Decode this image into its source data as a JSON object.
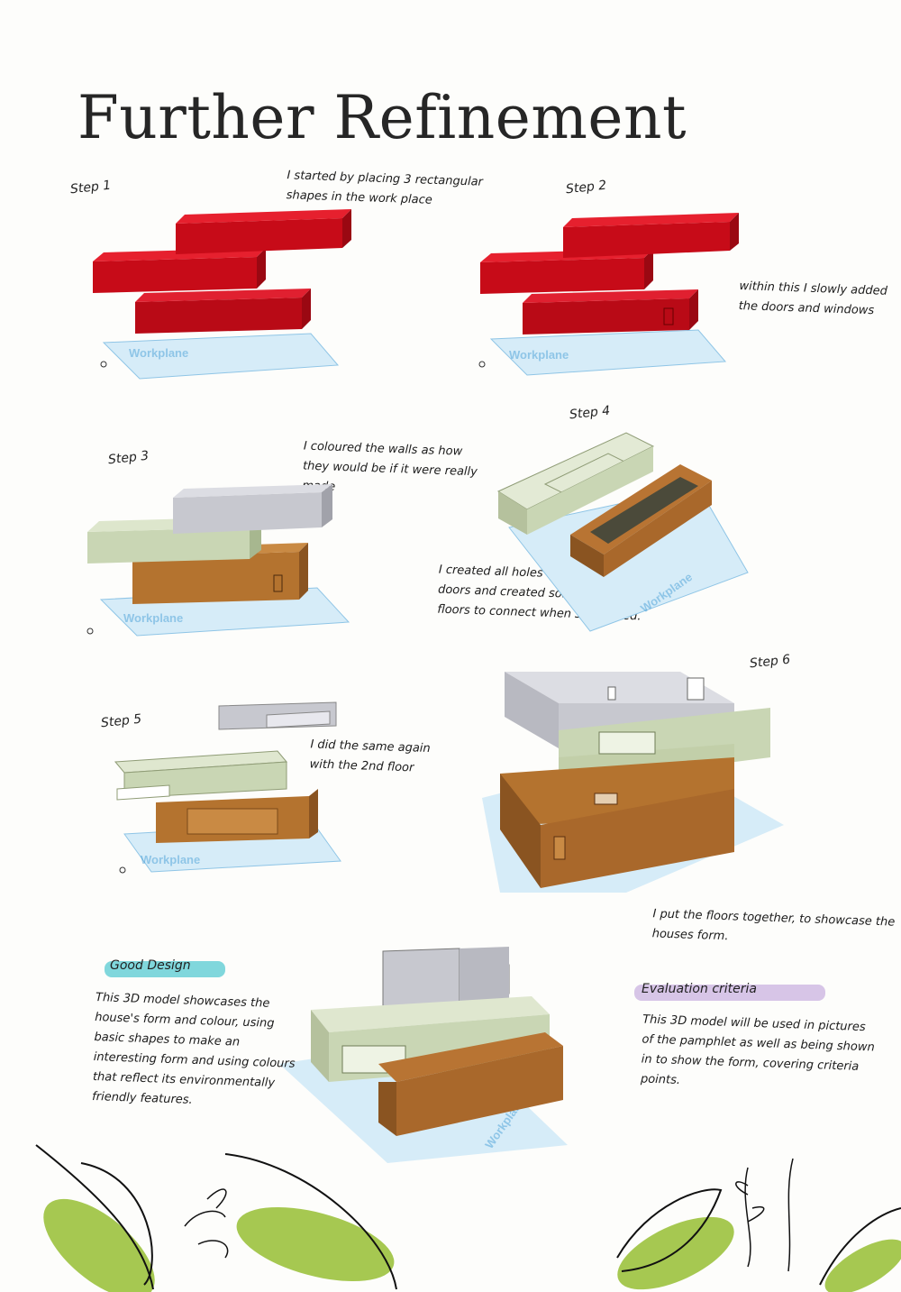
{
  "title": "Further Refinement",
  "workplane_label": "Workplane",
  "steps": [
    {
      "label": "Step 1",
      "note": "I started by placing 3 rectangular shapes in the work place"
    },
    {
      "label": "Step 2",
      "note": "within this I slowly added the doors and windows"
    },
    {
      "label": "Step 3",
      "note": "I coloured the walls as how they would be if it were really made"
    },
    {
      "label": "Step 4",
      "note": "I created all holes for windows and doors and created somewhere for the floors to connect when 3D printed."
    },
    {
      "label": "Step 5",
      "note": "I did the same again with the 2nd floor"
    },
    {
      "label": "Step 6",
      "note": "I put the floors together, to showcase the houses form."
    }
  ],
  "good_design": {
    "heading": "Good Design",
    "body": "This 3D model showcases the house's form and colour, using basic shapes to make an interesting form and using colours that reflect its environmentally friendly features."
  },
  "evaluation": {
    "heading": "Evaluation criteria",
    "body": "This 3D model will be used in pictures of the pamphlet as well as being shown in to show the form, covering criteria points."
  },
  "colors": {
    "red": "#cf0a1a",
    "green": "#c9d6b4",
    "grey": "#c7c8cf",
    "brown": "#b06a2c",
    "grid": "#cfe6f4",
    "leaf": "#9cc23e",
    "cyan": "#56c9d1",
    "purple": "#c9b2e0"
  }
}
